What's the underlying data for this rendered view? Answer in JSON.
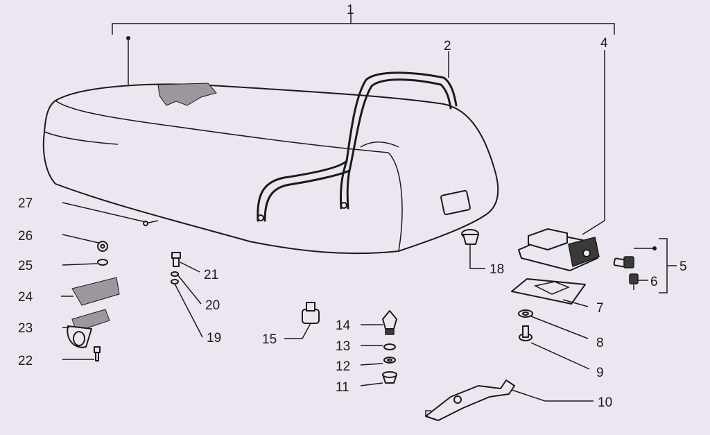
{
  "callouts": {
    "c1": "1",
    "c2": "2",
    "c4": "4",
    "c5": "5",
    "c6": "6",
    "c7": "7",
    "c8": "8",
    "c9": "9",
    "c10": "10",
    "c11": "11",
    "c12": "12",
    "c13": "13",
    "c14": "14",
    "c15": "15",
    "c18": "18",
    "c19": "19",
    "c20": "20",
    "c21": "21",
    "c22": "22",
    "c23": "23",
    "c24": "24",
    "c25": "25",
    "c26": "26",
    "c27": "27"
  }
}
